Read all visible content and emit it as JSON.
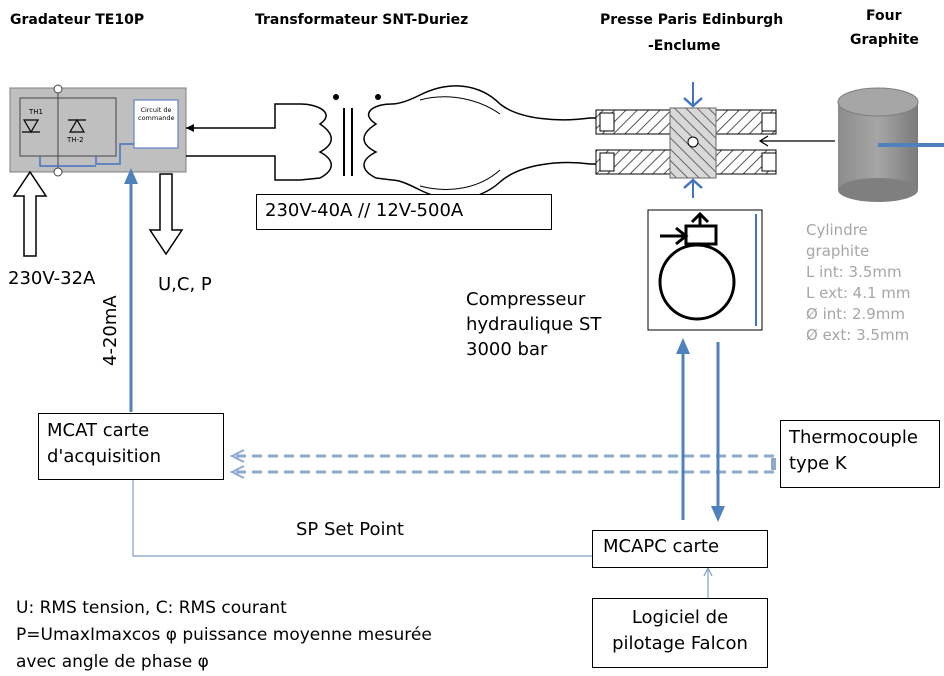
{
  "headers": {
    "gradateur": "Gradateur TE10P",
    "transformateur": "Transformateur  SNT-Duriez",
    "presse_line1": "Presse Paris Edinburgh",
    "presse_line2": "-Enclume",
    "four_line1": "Four",
    "four_line2": "Graphite"
  },
  "gradateur_device": {
    "th1": "TH1",
    "th2": "TH-2",
    "circuit_line1": "Circuit de",
    "circuit_line2": "commande"
  },
  "labels": {
    "power_in": "230V-32A",
    "outputs": "U,C, P",
    "current_loop": "4-20mA",
    "transformer_rating": "230V-40A  // 12V-500A",
    "compresseur": [
      "Compresseur",
      "hydraulique ST",
      "3000 bar"
    ],
    "set_point": "SP Set Point"
  },
  "cylindre": [
    "Cylindre",
    "graphite",
    "L int: 3.5mm",
    "L ext: 4.1 mm",
    "Ø int: 2.9mm",
    "Ø ext: 3.5mm"
  ],
  "boxes": {
    "mcat": [
      "MCAT carte",
      "d'acquisition"
    ],
    "thermocouple": [
      "Thermocouple",
      "type K"
    ],
    "mcapc": "MCAPC carte",
    "logiciel": [
      "Logiciel de",
      "pilotage Falcon"
    ]
  },
  "legend": [
    "U: RMS tension, C: RMS courant",
    "P=UmaxImaxcos φ puissance moyenne mesurée",
    "avec  angle de phase φ"
  ],
  "colors": {
    "signal_blue": "#4f81bd",
    "thin_blue": "#7f9fcc",
    "dashed_blue": "#8ea9cf",
    "device_gray": "#bfbfbf",
    "cylinder_gray": "#7f7f7f"
  }
}
